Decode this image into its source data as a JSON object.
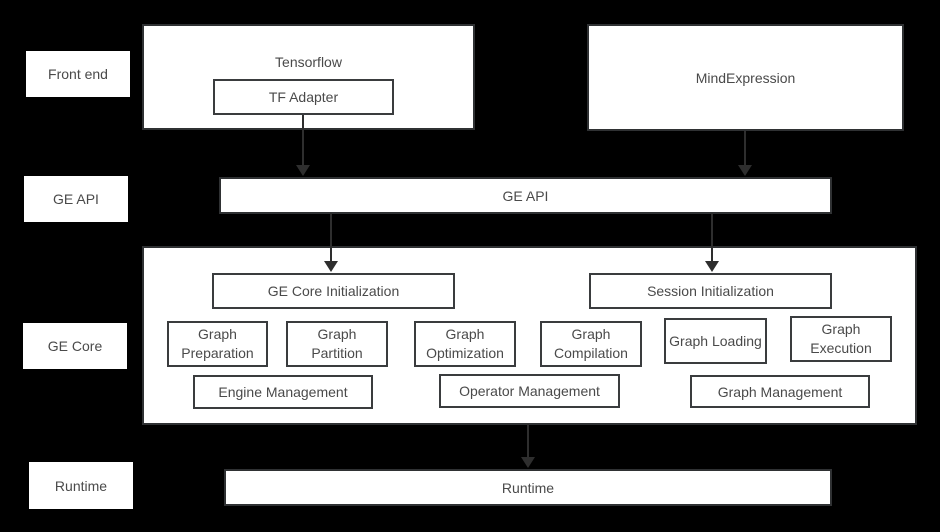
{
  "colors": {
    "background": "#000000",
    "box_fill": "#ffffff",
    "box_border": "#2f3133",
    "inner_border": "#3a3c3e",
    "text": "#4a4a4a",
    "arrow": "#2e2e2e"
  },
  "layer_labels": {
    "front_end": "Front end",
    "ge_api": "GE API",
    "ge_core": "GE Core",
    "runtime": "Runtime"
  },
  "front_end": {
    "tensorflow": "Tensorflow",
    "tf_adapter": "TF Adapter",
    "mind_expression": "MindExpression"
  },
  "ge_api": {
    "bar_label": "GE API"
  },
  "ge_core": {
    "ge_core_initialization": "GE Core Initialization",
    "session_initialization": "Session Initialization",
    "modules": [
      "Graph Preparation",
      "Graph Partition",
      "Graph Optimization",
      "Graph Compilation",
      "Graph Loading",
      "Graph Execution"
    ],
    "managers": [
      "Engine Management",
      "Operator Management",
      "Graph Management"
    ]
  },
  "runtime": {
    "bar_label": "Runtime"
  }
}
